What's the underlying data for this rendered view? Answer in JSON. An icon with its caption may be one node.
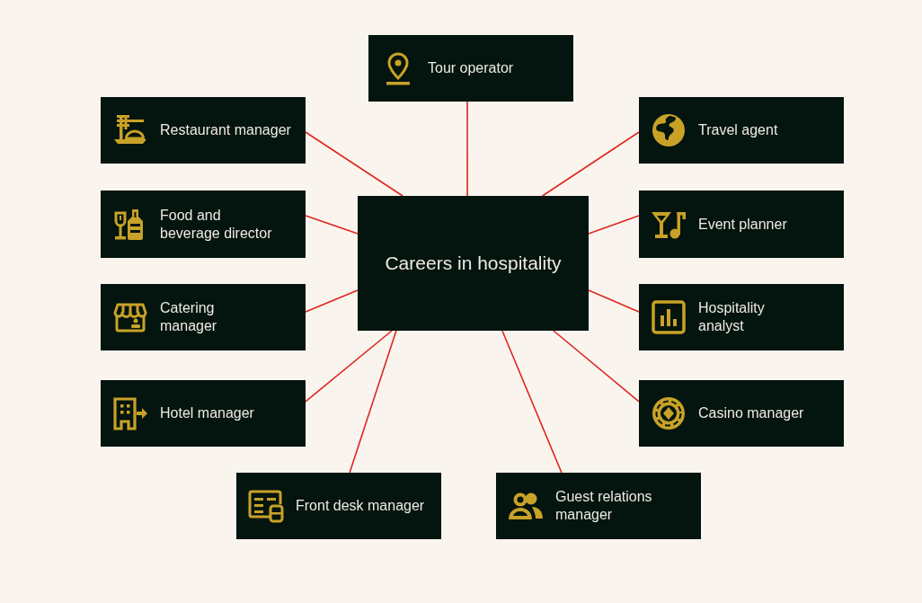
{
  "diagram": {
    "nodes": [
      {
        "text": [
          "Careers in hospitality"
        ]
      },
      {
        "text": [
          "Tour operator"
        ]
      },
      {
        "text": [
          "Restaurant manager"
        ]
      },
      {
        "text": [
          "Travel agent"
        ]
      },
      {
        "text": [
          "Food and beverage director"
        ]
      },
      {
        "text": [
          "Event planner"
        ]
      },
      {
        "text": [
          "Catering manager"
        ]
      },
      {
        "text": [
          "Hospitality analyst"
        ]
      },
      {
        "text": [
          "Hotel manager"
        ]
      },
      {
        "text": [
          "Casino manager"
        ]
      },
      {
        "text": [
          "Front desk manager"
        ]
      },
      {
        "text": [
          "Guest relations manager"
        ]
      }
    ],
    "edges": [
      {
        "from": 0,
        "to": 1,
        "arrow": "none"
      },
      {
        "from": 0,
        "to": 2,
        "arrow": "none"
      },
      {
        "from": 0,
        "to": 3,
        "arrow": "none"
      },
      {
        "from": 0,
        "to": 4,
        "arrow": "none"
      },
      {
        "from": 0,
        "to": 5,
        "arrow": "none"
      },
      {
        "from": 0,
        "to": 6,
        "arrow": "none"
      },
      {
        "from": 0,
        "to": 7,
        "arrow": "none"
      },
      {
        "from": 0,
        "to": 8,
        "arrow": "none"
      },
      {
        "from": 0,
        "to": 9,
        "arrow": "none"
      },
      {
        "from": 0,
        "to": 10,
        "arrow": "none"
      },
      {
        "from": 0,
        "to": 11,
        "arrow": "none"
      }
    ]
  }
}
